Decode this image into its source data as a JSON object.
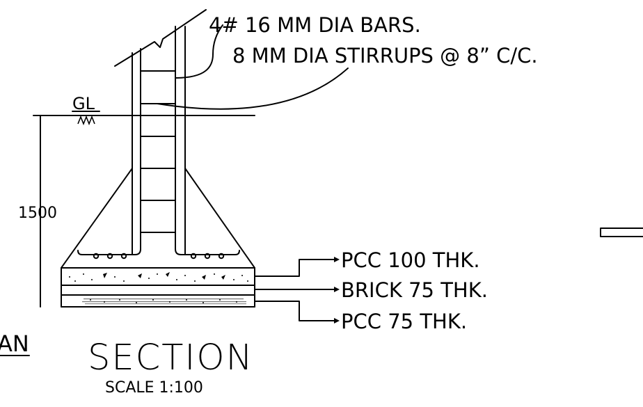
{
  "labels": {
    "main_bars": "4# 16 MM DIA BARS.",
    "stirrups": "8 MM DIA STIRRUPS @ 8” C/C.",
    "ground_level": "GL",
    "depth_dimension": "1500",
    "layer_top": "PCC 100 THK.",
    "layer_middle": "BRICK 75 THK.",
    "layer_bottom": "PCC 75 THK.",
    "section_title": "SECTION",
    "scale": "SCALE 1:100",
    "left_partial_title": "AN"
  },
  "colors": {
    "line": "#000000",
    "background": "#ffffff"
  }
}
